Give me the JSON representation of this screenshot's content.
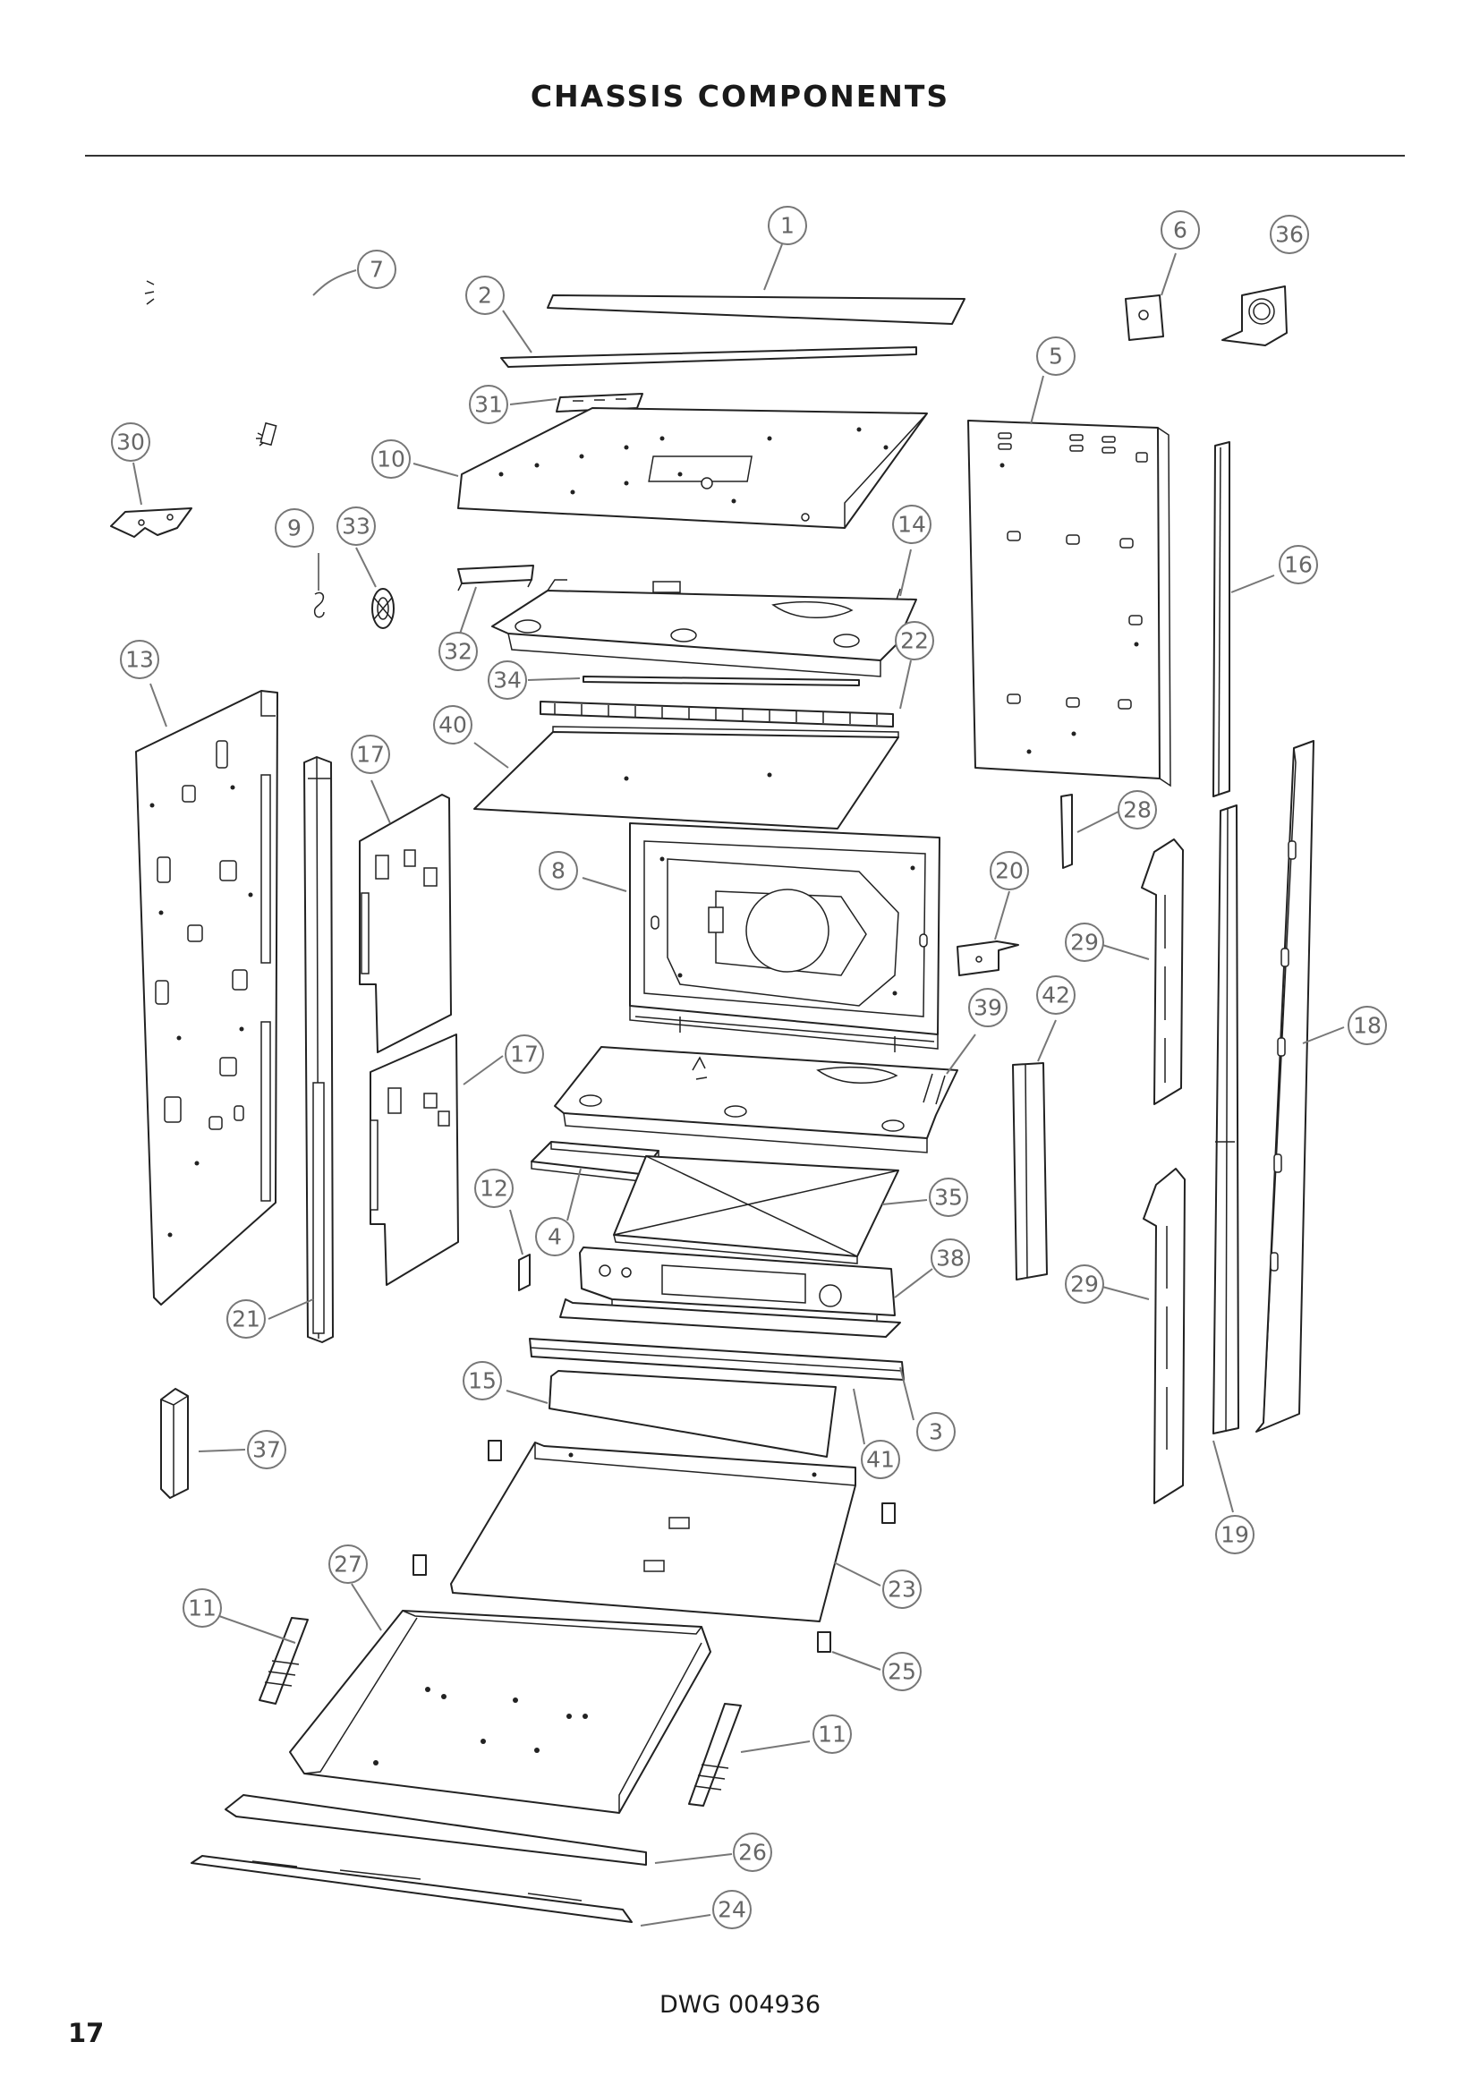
{
  "page": {
    "title": "CHASSIS COMPONENTS",
    "drawing_number": "DWG 004936",
    "page_number": "17"
  },
  "callouts": [
    {
      "id": "c1",
      "label": "1"
    },
    {
      "id": "c2",
      "label": "2"
    },
    {
      "id": "c3",
      "label": "3"
    },
    {
      "id": "c4",
      "label": "4"
    },
    {
      "id": "c5",
      "label": "5"
    },
    {
      "id": "c6",
      "label": "6"
    },
    {
      "id": "c7",
      "label": "7"
    },
    {
      "id": "c8",
      "label": "8"
    },
    {
      "id": "c9",
      "label": "9"
    },
    {
      "id": "c10",
      "label": "10"
    },
    {
      "id": "c11a",
      "label": "11"
    },
    {
      "id": "c11b",
      "label": "11"
    },
    {
      "id": "c12",
      "label": "12"
    },
    {
      "id": "c13",
      "label": "13"
    },
    {
      "id": "c14",
      "label": "14"
    },
    {
      "id": "c15",
      "label": "15"
    },
    {
      "id": "c16",
      "label": "16"
    },
    {
      "id": "c17a",
      "label": "17"
    },
    {
      "id": "c17b",
      "label": "17"
    },
    {
      "id": "c18",
      "label": "18"
    },
    {
      "id": "c19",
      "label": "19"
    },
    {
      "id": "c20",
      "label": "20"
    },
    {
      "id": "c21",
      "label": "21"
    },
    {
      "id": "c22",
      "label": "22"
    },
    {
      "id": "c23",
      "label": "23"
    },
    {
      "id": "c24",
      "label": "24"
    },
    {
      "id": "c25",
      "label": "25"
    },
    {
      "id": "c26",
      "label": "26"
    },
    {
      "id": "c27",
      "label": "27"
    },
    {
      "id": "c28",
      "label": "28"
    },
    {
      "id": "c29a",
      "label": "29"
    },
    {
      "id": "c29b",
      "label": "29"
    },
    {
      "id": "c30",
      "label": "30"
    },
    {
      "id": "c31",
      "label": "31"
    },
    {
      "id": "c32",
      "label": "32"
    },
    {
      "id": "c33",
      "label": "33"
    },
    {
      "id": "c34",
      "label": "34"
    },
    {
      "id": "c35",
      "label": "35"
    },
    {
      "id": "c36",
      "label": "36"
    },
    {
      "id": "c37",
      "label": "37"
    },
    {
      "id": "c38",
      "label": "38"
    },
    {
      "id": "c39",
      "label": "39"
    },
    {
      "id": "c40",
      "label": "40"
    },
    {
      "id": "c41",
      "label": "41"
    },
    {
      "id": "c42",
      "label": "42"
    }
  ]
}
